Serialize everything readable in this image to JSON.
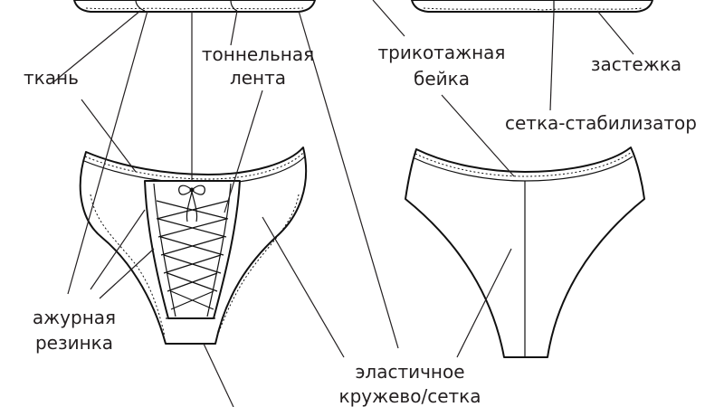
{
  "labels": {
    "fabric": "ткань",
    "tunnel_tape_1": "тоннельная",
    "tunnel_tape_2": "лента",
    "knit_binding_1": "трикотажная",
    "knit_binding_2": "бейка",
    "clasp": "застежка",
    "stabilizer_mesh": "сетка-стабилизатор",
    "openwork_elastic_1": "ажурная",
    "openwork_elastic_2": "резинка",
    "elastic_lace_1": "эластичное",
    "elastic_lace_2": "кружево/сетка"
  },
  "colors": {
    "ink": "#231f20",
    "background": "#ffffff"
  }
}
